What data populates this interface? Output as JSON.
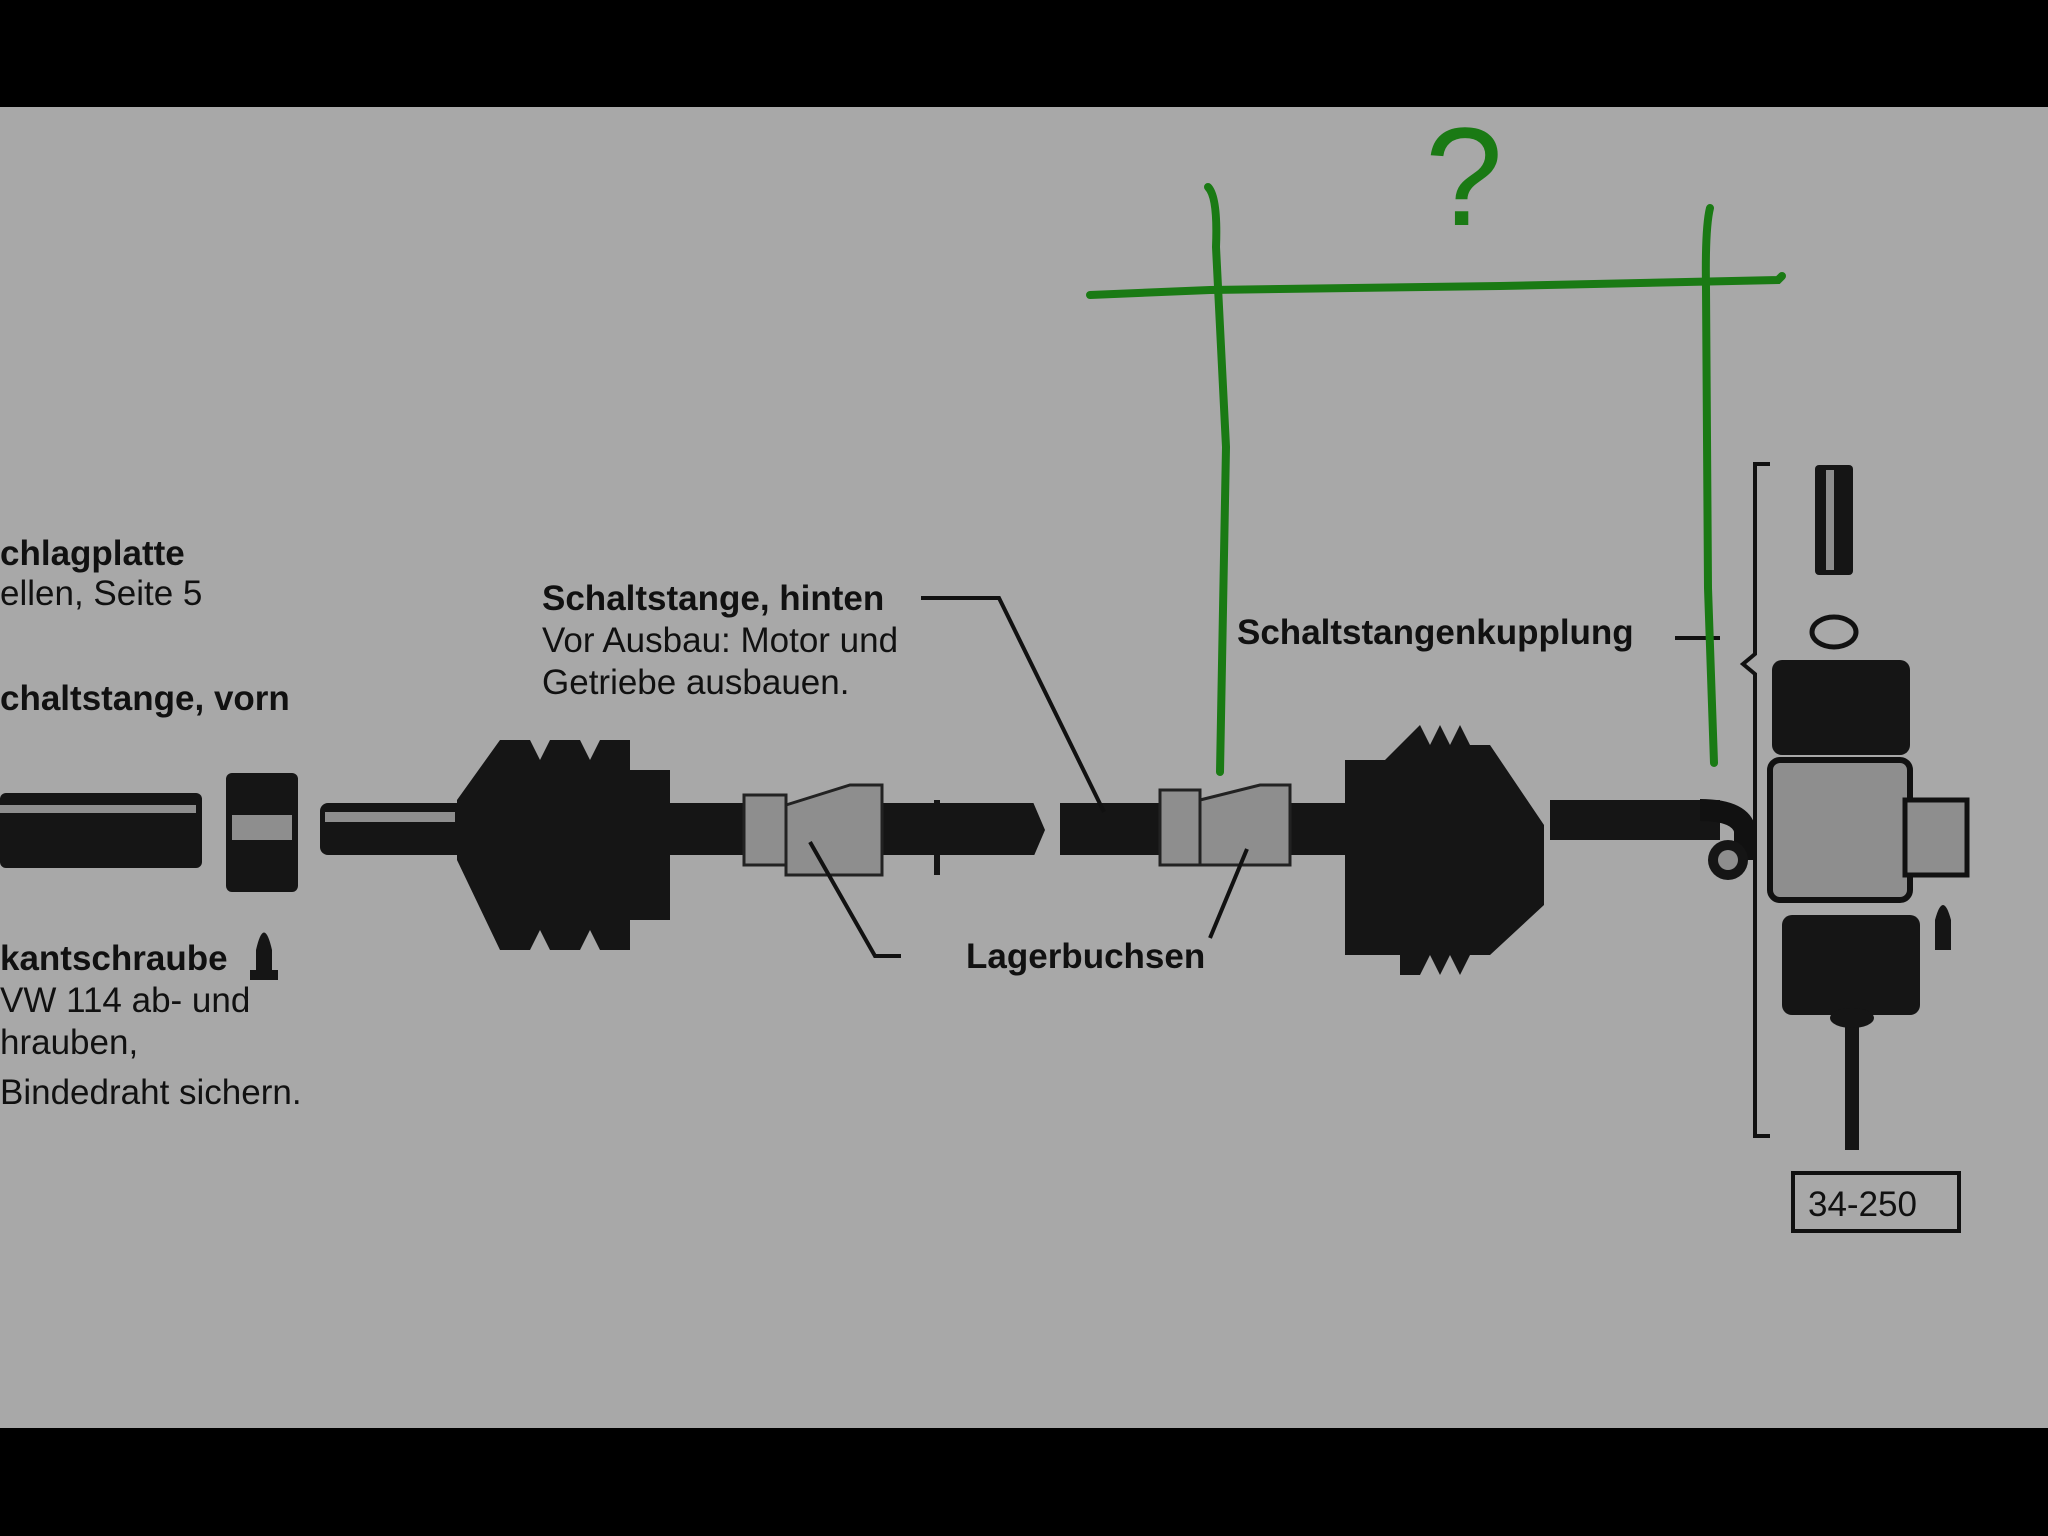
{
  "labels": {
    "left_top_1": "chlagplatte",
    "left_top_2": "ellen, Seite 5",
    "left_mid": "chaltstange, vorn",
    "left_bottom_1": "kantschraube",
    "left_bottom_2": "VW 114 ab- und",
    "left_bottom_3": "hrauben,",
    "left_bottom_4": "Bindedraht sichern.",
    "rear_rod_title": "Schaltstange, hinten",
    "rear_rod_note_1": "Vor Ausbau: Motor und",
    "rear_rod_note_2": "Getriebe ausbauen.",
    "coupling": "Schaltstangenkupplung",
    "bushings": "Lagerbuchsen",
    "figure_number": "34-250"
  },
  "annotation": {
    "question_mark": "?",
    "color": "#1a7a14"
  }
}
